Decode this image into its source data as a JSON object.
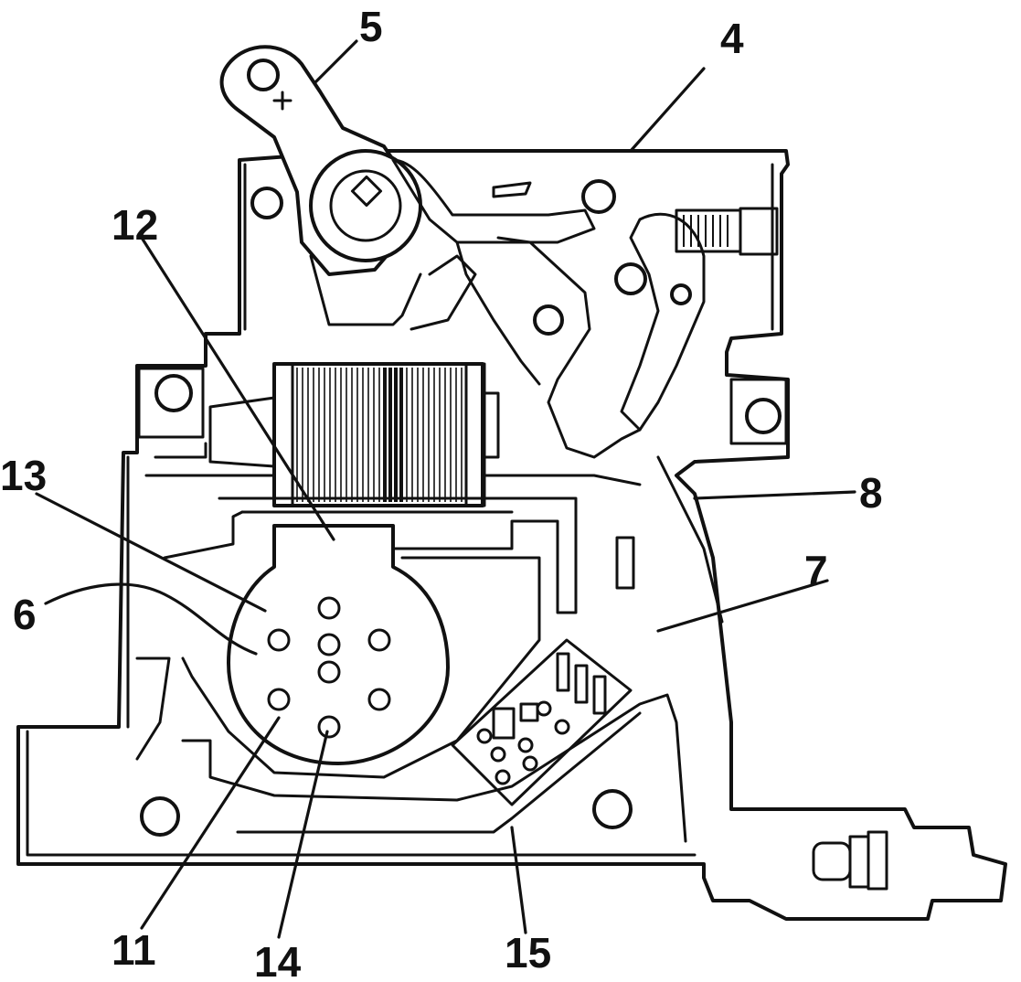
{
  "diagram": {
    "reference_numerals": [
      {
        "id": "n4",
        "text": "4"
      },
      {
        "id": "n5",
        "text": "5"
      },
      {
        "id": "n6",
        "text": "6"
      },
      {
        "id": "n7",
        "text": "7"
      },
      {
        "id": "n8",
        "text": "8"
      },
      {
        "id": "n11",
        "text": "11"
      },
      {
        "id": "n12",
        "text": "12"
      },
      {
        "id": "n13",
        "text": "13"
      },
      {
        "id": "n14",
        "text": "14"
      },
      {
        "id": "n15",
        "text": "15"
      }
    ],
    "colors": {
      "ink": "#111111",
      "paper": "#ffffff"
    }
  }
}
